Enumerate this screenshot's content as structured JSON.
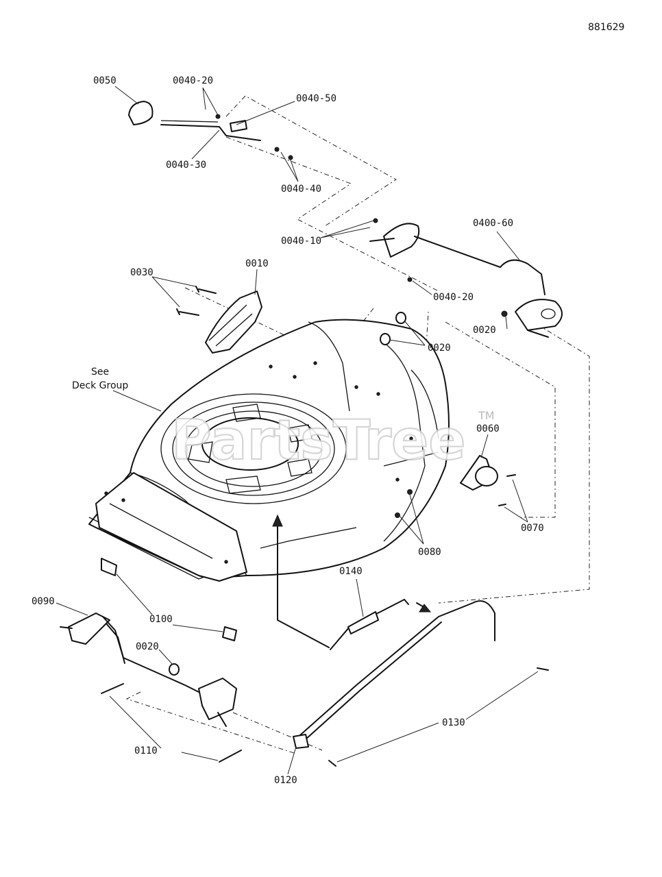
{
  "diagram_id": "881629",
  "watermark": {
    "text": "PartsTree",
    "tm": "TM"
  },
  "note": {
    "line1": "See",
    "line2": "Deck Group"
  },
  "labels": {
    "p0050": "0050",
    "p0040_20_top": "0040-20",
    "p0040_50": "0040-50",
    "p0040_30": "0040-30",
    "p0040_40": "0040-40",
    "p0040_10": "0040-10",
    "p0400_60": "0400-60",
    "p0040_20_mid": "0040-20",
    "p0030": "0030",
    "p0010": "0010",
    "p0020_top": "0020",
    "p0020_right": "0020",
    "p0060": "0060",
    "p0070": "0070",
    "p0080": "0080",
    "p0140": "0140",
    "p0090": "0090",
    "p0100": "0100",
    "p0020_bottom": "0020",
    "p0110": "0110",
    "p0130": "0130",
    "p0120": "0120"
  }
}
